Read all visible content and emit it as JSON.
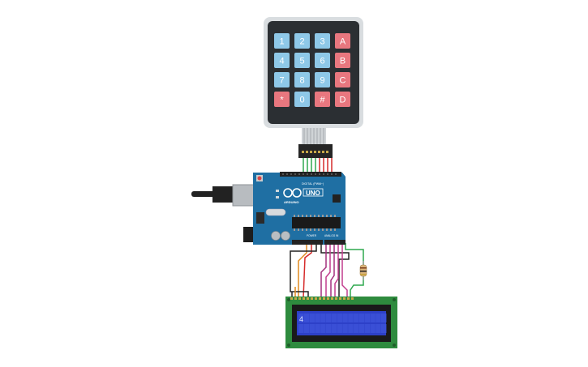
{
  "keypad": {
    "rows": [
      [
        "1",
        "2",
        "3",
        "A"
      ],
      [
        "4",
        "5",
        "6",
        "B"
      ],
      [
        "7",
        "8",
        "9",
        "C"
      ],
      [
        "*",
        "0",
        "#",
        "D"
      ]
    ],
    "colors": {
      "digit": "#8ec8e8",
      "letter": "#e8777f",
      "body": "#2b2f33",
      "border": "#d9dde0"
    }
  },
  "arduino": {
    "logo": "ARDUINO",
    "model": "UNO",
    "labels": {
      "power": "POWER",
      "analog": "ANALOG IN",
      "digital": "DIGITAL (PWM~)"
    },
    "colors": {
      "board": "#1f6fa3",
      "header": "#222222",
      "usb": "#b8bcc0"
    }
  },
  "lcd": {
    "text": "4",
    "colors": {
      "pcb": "#2e8b3e",
      "screen": "#2d40c8",
      "bezel": "#1a1a1a"
    }
  },
  "wire_colors": {
    "green": "#2fa84f",
    "red": "#d62b2b",
    "black": "#222222",
    "orange": "#e08a1e",
    "purple": "#a3307e",
    "magenta": "#c23d8e"
  }
}
